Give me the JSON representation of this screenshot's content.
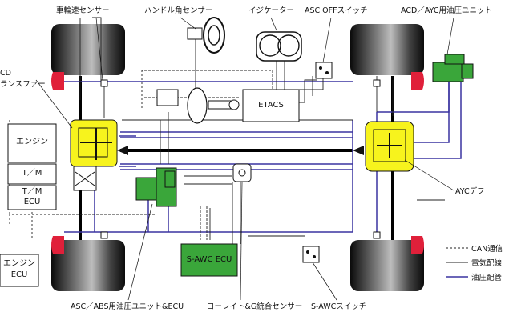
{
  "labels": {
    "wheel_speed_sensor": "車輪速センサー",
    "steering_angle_sensor": "ハンドル角センサー",
    "indicator": "イジケーター",
    "asc_off_switch": "ASC OFFスイッチ",
    "acd_ayc_unit": "ACD／AYC用油圧ユニット",
    "acd_transfer_line1": "CD",
    "acd_transfer_line2": "ランスファー",
    "ayc_diff": "AYCデフ",
    "asc_abs_unit": "ASC／ABS用油圧ユニット&ECU",
    "yaw_g_sensor": "ヨーレイト&G統合センサー",
    "s_awc_switch": "S-AWCスイッチ"
  },
  "boxes": {
    "etacs": "ETACS",
    "engine": "エンジン",
    "tm": "T／M",
    "tm_ecu_line1": "T／M",
    "tm_ecu_line2": "ECU",
    "engine_ecu_line1": "エンジン",
    "engine_ecu_line2": "ECU",
    "s_awc_ecu": "S-AWC ECU"
  },
  "legend": {
    "can": "CAN通信",
    "electrical": "電気配線",
    "hydraulic": "油圧配管"
  },
  "colors": {
    "hydraulic_line": "#3a33a0",
    "green_unit": "#3aa63a",
    "yellow_unit": "#f7f31d",
    "red_caliper": "#e0203a",
    "tire_dark": "#1a1a1a"
  }
}
